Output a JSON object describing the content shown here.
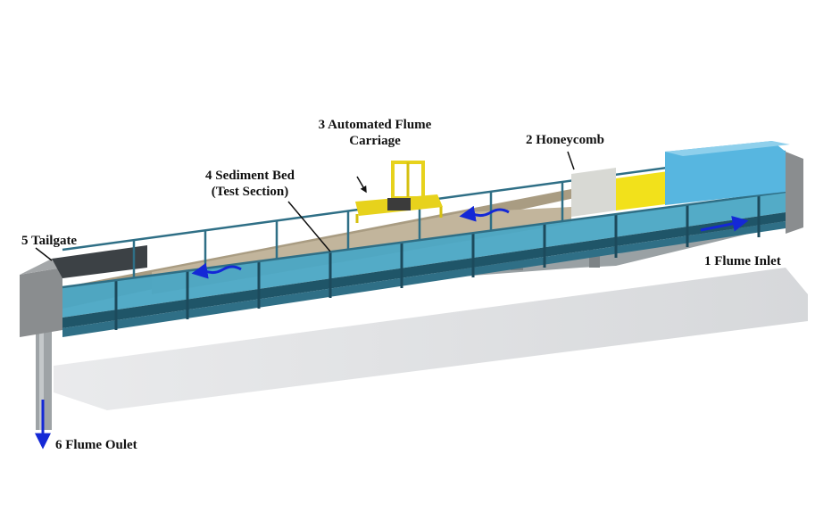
{
  "labels": {
    "inlet": "1 Flume Inlet",
    "honeycomb": "2 Honeycomb",
    "carriage_line1": "3 Automated Flume",
    "carriage_line2": "Carriage",
    "sediment_line1": "4 Sediment Bed",
    "sediment_line2": "(Test Section)",
    "tailgate": "5 Tailgate",
    "outlet": "6 Flume Oulet"
  },
  "colors": {
    "frame": "#2f6f86",
    "frame_dark": "#1c4a5c",
    "glass": "#4aa7c4",
    "sediment": "#b8ab93",
    "inlet_box": "#57b6e0",
    "honeycomb": "#f2e11b",
    "carriage": "#e7d21c",
    "tailgate": "#3c4145",
    "concrete": "#8c8f91",
    "arrow": "#1428d6",
    "shadow": "#d9dadc"
  }
}
